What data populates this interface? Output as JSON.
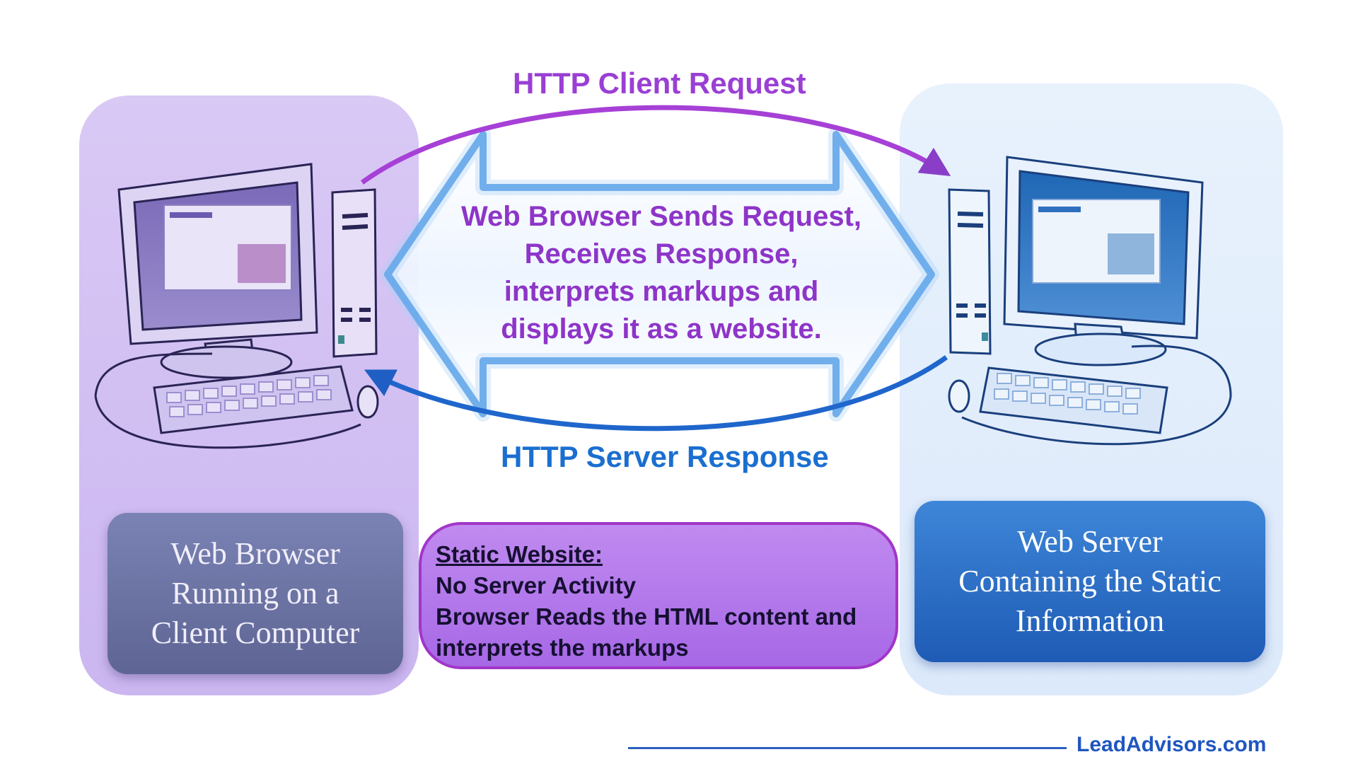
{
  "arrows": {
    "request_label": "HTTP Client Request",
    "response_label": "HTTP Server Response",
    "request_color": "#a63fd8",
    "response_color": "#1f6fd6"
  },
  "center": {
    "lines": [
      "Web Browser Sends Request,",
      "Receives Response,",
      "interprets markups and",
      "displays it as a website."
    ]
  },
  "client": {
    "label_lines": [
      "Web Browser",
      "Running on a",
      "Client Computer"
    ],
    "icon": "desktop-computer-icon"
  },
  "server": {
    "label_lines": [
      "Web Server",
      "Containing the Static",
      "Information"
    ],
    "icon": "desktop-computer-icon"
  },
  "static_box": {
    "title": "Static Website:",
    "lines": [
      "No Server Activity",
      "Browser Reads the HTML content and",
      "interprets the markups"
    ]
  },
  "footer": {
    "brand": "LeadAdvisors.com"
  }
}
